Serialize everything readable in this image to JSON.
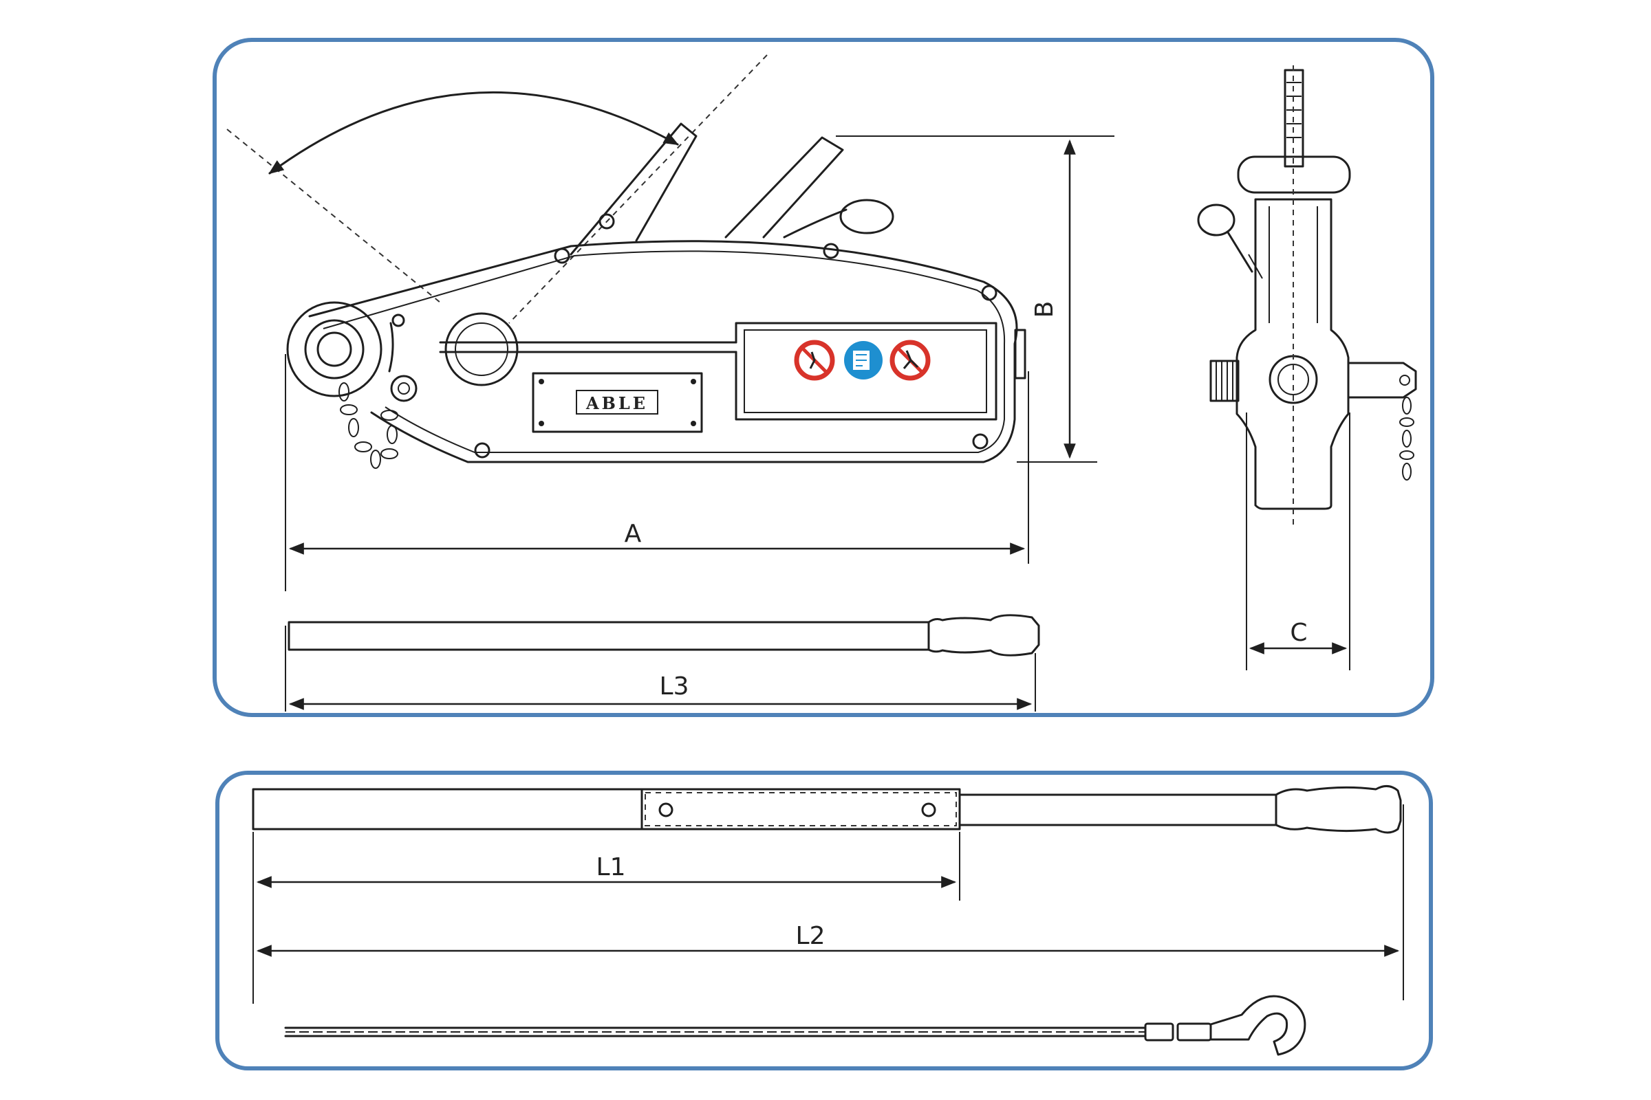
{
  "labels": {
    "a": "A",
    "b": "B",
    "c": "C",
    "l1": "L1",
    "l2": "L2",
    "l3": "L3"
  },
  "brand": "ABLE",
  "colors": {
    "panel_border": "#4f82b8",
    "prohibition": "#d8332a",
    "mandatory": "#1e8fd0"
  }
}
